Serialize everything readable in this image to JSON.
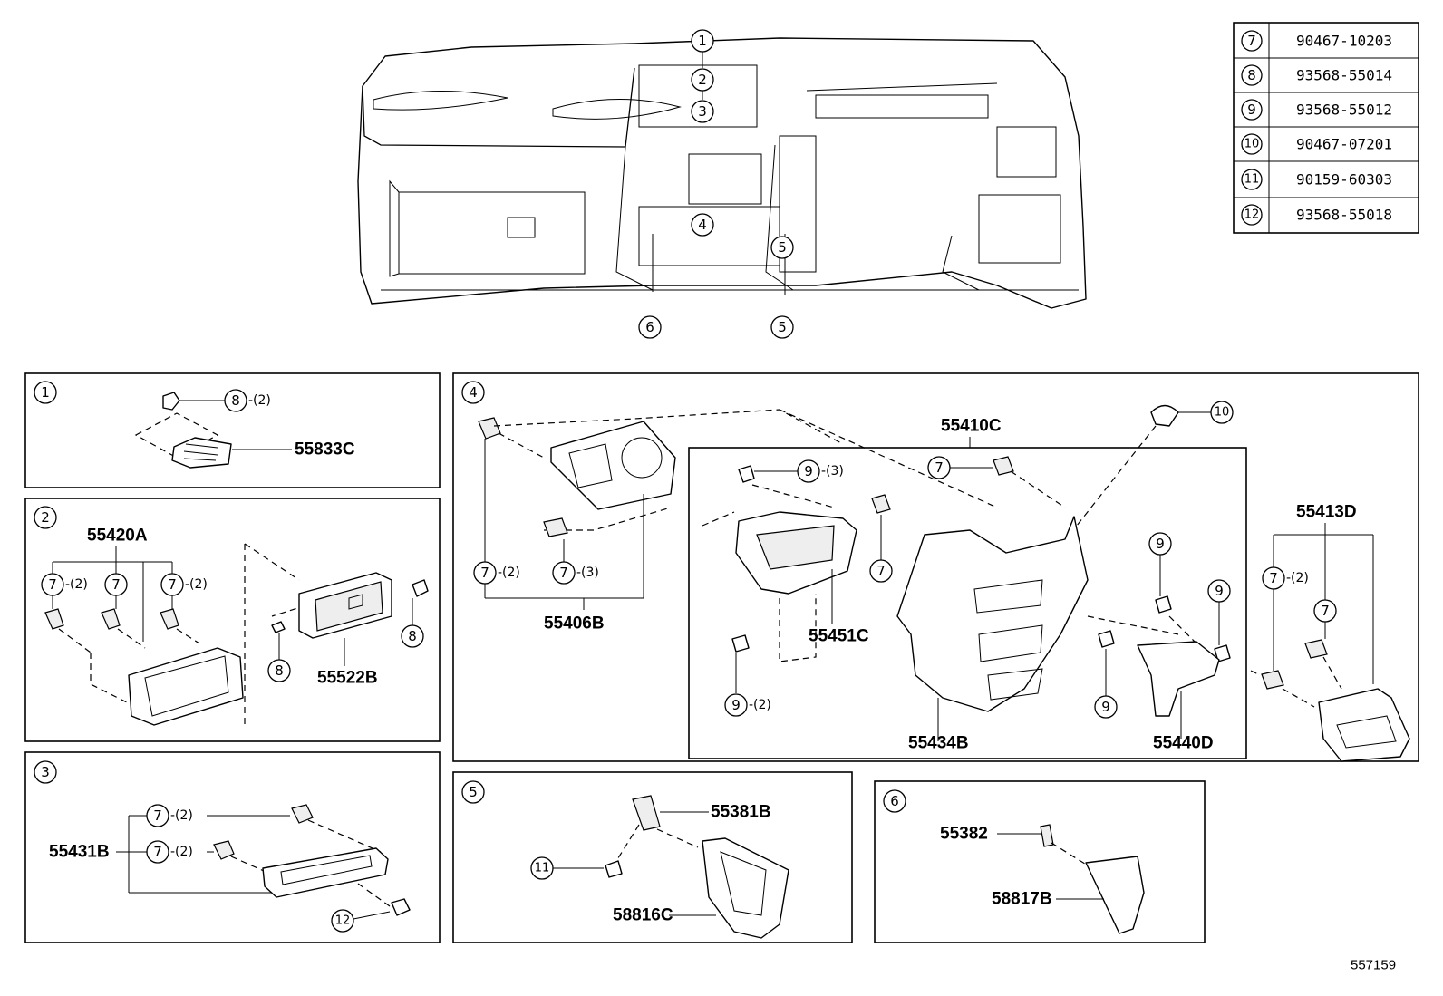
{
  "legend": [
    {
      "num": "7",
      "part": "90467-10203"
    },
    {
      "num": "8",
      "part": "93568-55014"
    },
    {
      "num": "9",
      "part": "93568-55012"
    },
    {
      "num": "10",
      "part": "90467-07201"
    },
    {
      "num": "11",
      "part": "90159-60303"
    },
    {
      "num": "12",
      "part": "93568-55018"
    }
  ],
  "overview": {
    "callouts": [
      "1",
      "2",
      "3",
      "4",
      "5",
      "6"
    ]
  },
  "panel1": {
    "num": "1",
    "c8": "8",
    "q8": "-(2)",
    "pn": "55833C"
  },
  "panel2": {
    "num": "2",
    "pn_a": "55420A",
    "c7a": "7",
    "q7a": "-(2)",
    "c7b": "7",
    "c7c": "7",
    "q7c": "-(2)",
    "c8a": "8",
    "c8b": "8",
    "pn_b": "55522B"
  },
  "panel3": {
    "num": "3",
    "pn": "55431B",
    "c7a": "7",
    "q7a": "-(2)",
    "c7b": "7",
    "q7b": "-(2)",
    "c12": "12"
  },
  "panel4": {
    "num": "4",
    "c10": "10",
    "pn_top": "55410C",
    "c9a": "9",
    "q9a": "-(3)",
    "c7top": "7",
    "c7l1": "7",
    "q7l1": "-(2)",
    "c7l2": "7",
    "q7l2": "-(3)",
    "pn_406": "55406B",
    "c7mid": "7",
    "pn_451": "55451C",
    "c9b": "9",
    "q9b": "-(2)",
    "pn_434": "55434B",
    "c9c": "9",
    "c9d": "9",
    "c9e": "9",
    "pn_440": "55440D",
    "pn_413": "55413D",
    "c7r1": "7",
    "q7r1": "-(2)",
    "c7r2": "7"
  },
  "panel5": {
    "num": "5",
    "pn_381": "55381B",
    "c11": "11",
    "pn_816": "58816C"
  },
  "panel6": {
    "num": "6",
    "pn_382": "55382",
    "pn_817": "58817B"
  },
  "ref_code": "557159"
}
